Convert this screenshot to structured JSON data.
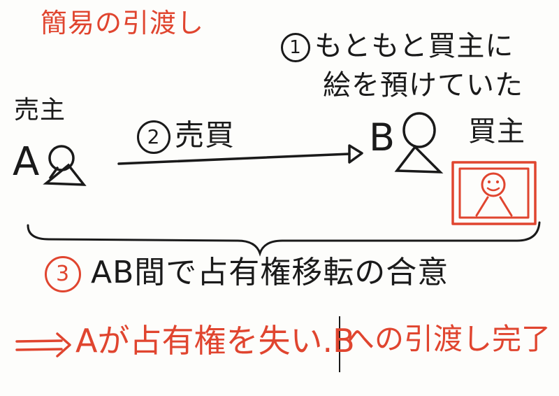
{
  "title": "簡易の引渡し",
  "note": {
    "number": "1",
    "line1": "もともと買主に",
    "line2": "絵を預けていた"
  },
  "seller": {
    "label": "売主",
    "letter": "A"
  },
  "buyer": {
    "label": "買主",
    "letter": "B"
  },
  "transaction": {
    "number": "2",
    "label": "売買"
  },
  "agreement": {
    "number": "3",
    "text": "AB間で占有権移転の合意"
  },
  "result": {
    "part1": "Aが占有権を失い.B",
    "part2": "への引渡し完了"
  },
  "colors": {
    "red": "#e0452f",
    "black": "#1a1a1a"
  }
}
